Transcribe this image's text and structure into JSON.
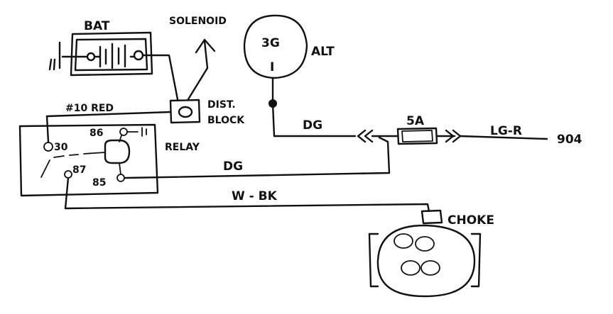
{
  "labels": {
    "bat": "BAT",
    "solenoid": "SOLENOID",
    "alt_reg": "3G",
    "alt_i": "I",
    "alt": "ALT",
    "wire_10red": "#10 RED",
    "dist": "DIST.",
    "block": "BLOCK",
    "relay": "RELAY",
    "pin30": "30",
    "pin86": "86",
    "pin87": "87",
    "pin85": "85",
    "dg_top": "DG",
    "fuse": "5A",
    "lgr": "LG-R",
    "circuit": "904",
    "dg_mid": "DG",
    "wbk": "W - BK",
    "choke": "CHOKE"
  },
  "colors": {
    "ink": "#111111",
    "paper": "#ffffff"
  }
}
